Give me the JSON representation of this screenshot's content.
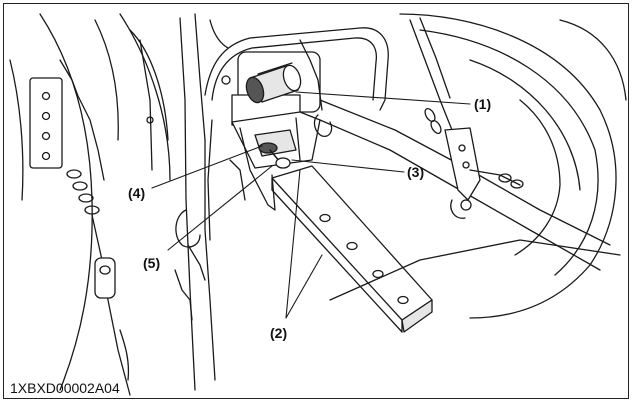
{
  "figure": {
    "code": "1XBXD00002A04",
    "callouts": [
      "(1)",
      "(2)",
      "(3)",
      "(4)",
      "(5)"
    ]
  },
  "colors": {
    "line": "#1a1a1a",
    "fill_light": "#ffffff",
    "fill_shade": "#e6e6e6",
    "fill_dark": "#555555"
  }
}
